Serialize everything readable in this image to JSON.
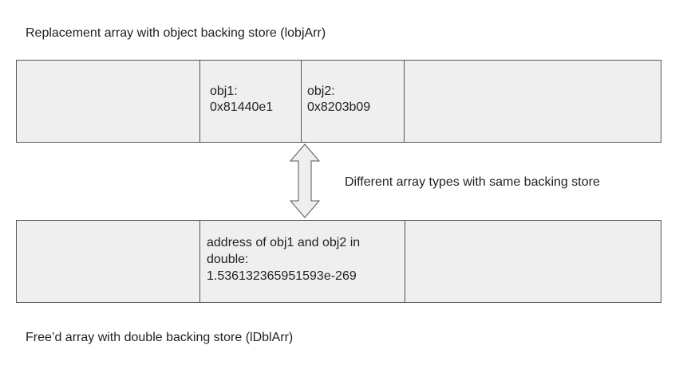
{
  "top_caption": "Replacement array with object backing store (lobjArr)",
  "bottom_caption": "Free’d array with double backing store (lDblArr)",
  "middle_label": "Different array types with same backing store",
  "object_array": {
    "obj1": [
      "obj1:",
      "0x81440e1"
    ],
    "obj2": [
      "obj2:",
      "0x8203b09"
    ]
  },
  "double_array": {
    "cell": [
      "address of obj1 and obj2 in",
      "double:",
      "1.536132365951593e-269"
    ]
  },
  "icons": {
    "connector": "double-headed-vertical-arrow-icon"
  },
  "colors": {
    "cell_fill": "#efefef",
    "border": "#555555",
    "text": "#222222"
  }
}
